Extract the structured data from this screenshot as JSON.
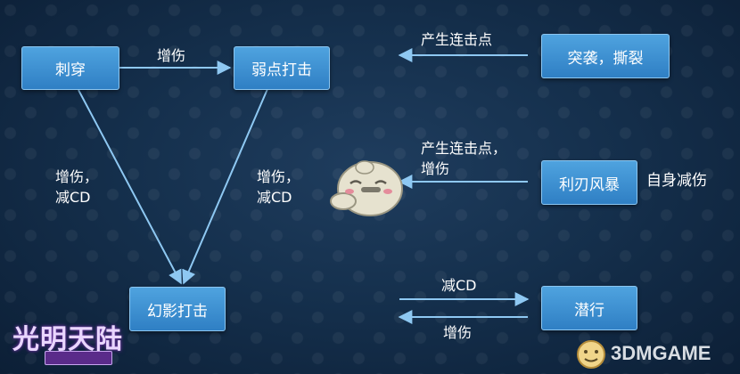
{
  "nodes": {
    "pierce": "刺穿",
    "weak_strike": "弱点打击",
    "phantom_strike": "幻影打击",
    "sneak_tear": "突袭，撕裂",
    "blade_storm": "利刃风暴",
    "stealth": "潜行"
  },
  "edge_labels": {
    "pierce_to_weak": "增伤",
    "pierce_to_phantom_line1": "增伤，",
    "pierce_to_phantom_line2": "减CD",
    "weak_to_phantom_line1": "增伤，",
    "weak_to_phantom_line2": "减CD",
    "sneak_out": "产生连击点",
    "blade_out_line1": "产生连击点，",
    "blade_out_line2": "增伤",
    "stealth_in": "减CD",
    "stealth_out": "增伤"
  },
  "side_note": "自身减伤",
  "logo": "光明天陆",
  "watermark": "3DMGAME",
  "colors": {
    "node_fill": "#3f92d4",
    "arrow": "#8ec8f2",
    "background": "#15304d"
  }
}
